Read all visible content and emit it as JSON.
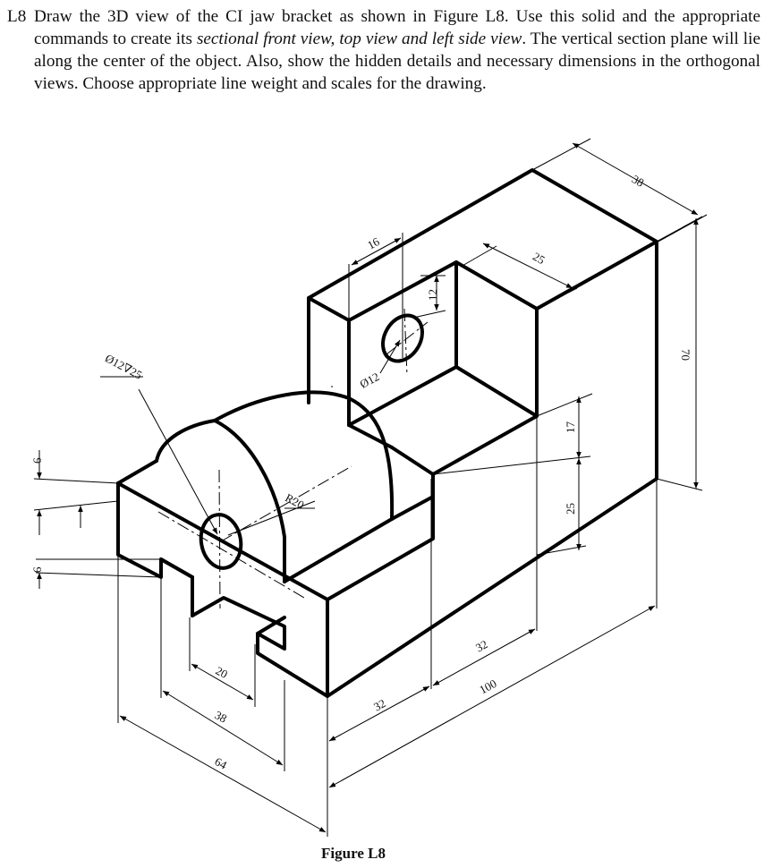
{
  "question": {
    "number": "L8",
    "text_1": "Draw the 3D view of the CI jaw bracket as shown in Figure L8. Use this solid and the appropriate commands to create its ",
    "text_italic": "sectional front view, top view and left side view",
    "text_2": ". The vertical section plane will lie along the center of the object. Also, show the hidden details and necessary dimensions in the orthogonal views. Choose appropriate line weight and scales for the drawing."
  },
  "figure": {
    "caption": "Figure L8",
    "dimensions": {
      "d38_top": "38",
      "d16": "16",
      "d25_top": "25",
      "d12": "12",
      "d70": "70",
      "hole_small": "Ø12",
      "hole_bottom": "Ø12∇25",
      "d17": "17",
      "d25_right": "25",
      "r20": "R20",
      "d6_top": "6",
      "d6_bottom": "6",
      "d20": "20",
      "d38_bottom": "38",
      "d64": "64",
      "d32_left": "32",
      "d32_right": "32",
      "d100": "100"
    }
  }
}
